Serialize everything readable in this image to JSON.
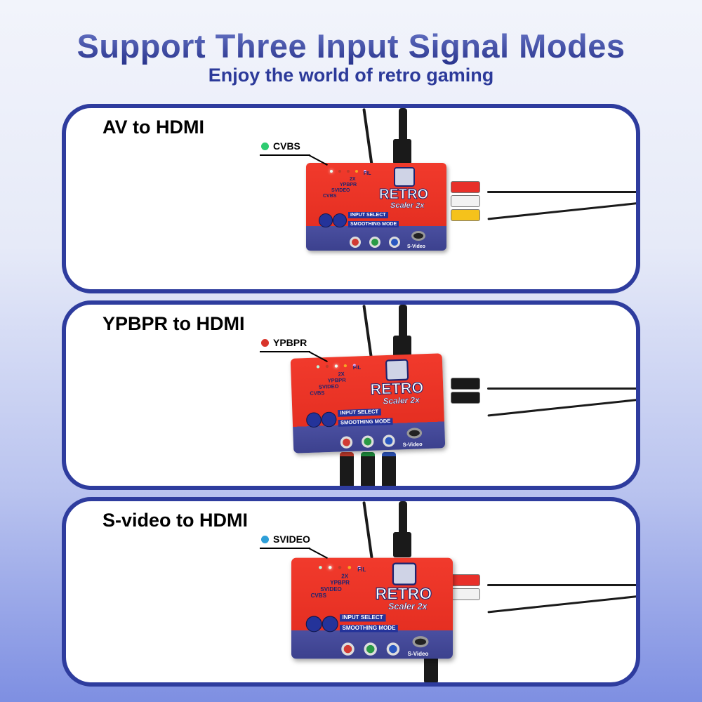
{
  "header": {
    "title": "Support Three Input Signal Modes",
    "subtitle": "Enjoy the world of retro gaming"
  },
  "device_labels": {
    "cvbs": "CVBS",
    "svideo": "SVIDEO",
    "ypbpr": "YPBPR",
    "x2": "2X",
    "fil": "FIL",
    "logo_main": "RETRO",
    "logo_sub": "Scaler 2x",
    "input_select": "INPUT SELECT",
    "smoothing_mode": "SMOOTHING MODE",
    "svideo_port": "S-Video"
  },
  "panels": [
    {
      "title": "AV to HDMI",
      "callout": "CVBS",
      "callout_color": "#2ecc71",
      "plugs": [
        "#e8302a",
        "#f2f2f2",
        "#f5c21b"
      ],
      "led_index": 0
    },
    {
      "title": "YPBPR to HDMI",
      "callout": "YPBPR",
      "callout_color": "#d9342b",
      "plugs": [
        "#1a1a1a",
        "#1a1a1a"
      ],
      "led_index": 2
    },
    {
      "title": "S-video to HDMI",
      "callout": "SVIDEO",
      "callout_color": "#2e9fd8",
      "plugs": [
        "#e8302a",
        "#f2f2f2"
      ],
      "led_index": 1
    }
  ]
}
